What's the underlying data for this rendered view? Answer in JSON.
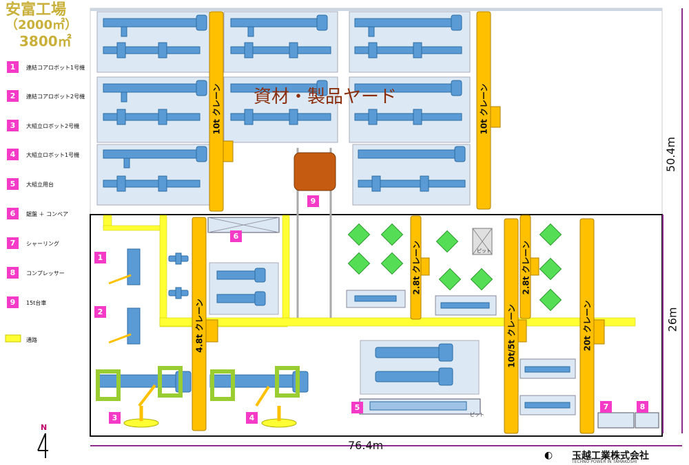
{
  "title": {
    "line1": "安富工場",
    "line2": "（2000㎡）",
    "line3": "3800㎡"
  },
  "legend": [
    {
      "num": "1",
      "text": "連結コアロボット1号機"
    },
    {
      "num": "2",
      "text": "連結コアロボット2号機"
    },
    {
      "num": "3",
      "text": "大組立ロボット2号機"
    },
    {
      "num": "4",
      "text": "大組立ロボット1号機"
    },
    {
      "num": "5",
      "text": "大組立用台"
    },
    {
      "num": "6",
      "text": "鋸盤 ＋ コンベア"
    },
    {
      "num": "7",
      "text": "シャーリング"
    },
    {
      "num": "8",
      "text": "コンプレッサー"
    },
    {
      "num": "9",
      "text": "15t台車"
    }
  ],
  "legend_passage": "通路",
  "yard_label": "資材・製品ヤード",
  "cranes": {
    "crane_a": "10t クレーン",
    "crane_b": "10t クレーン",
    "crane_c": "4.8t クレーン",
    "crane_d": "2.8t クレーン",
    "crane_e": "10t/5t クレーン",
    "crane_f": "2.8t クレーン",
    "crane_g": "20t クレーン"
  },
  "pit_labels": {
    "pit1": "ピット",
    "pit2": "ピット"
  },
  "dimensions": {
    "width": "76.4m",
    "height_total": "50.4m",
    "height_lower": "26m"
  },
  "compass": "N",
  "company": {
    "name": "玉越工業株式会社",
    "tagline": "TECHNO POWER IN TAMAKOSHI"
  },
  "markers": {
    "m1": "1",
    "m2": "2",
    "m3": "3",
    "m4": "4",
    "m5": "5",
    "m6": "6",
    "m7": "7",
    "m8": "8",
    "m9": "9"
  },
  "colors": {
    "passage": "#ffff33",
    "crane": "#ffc000",
    "equipment": "#5b9bd5",
    "panel": "#dce9f5",
    "marker": "#f43ac7",
    "cart": "#c55a11",
    "green_unit": "#55dd55"
  }
}
